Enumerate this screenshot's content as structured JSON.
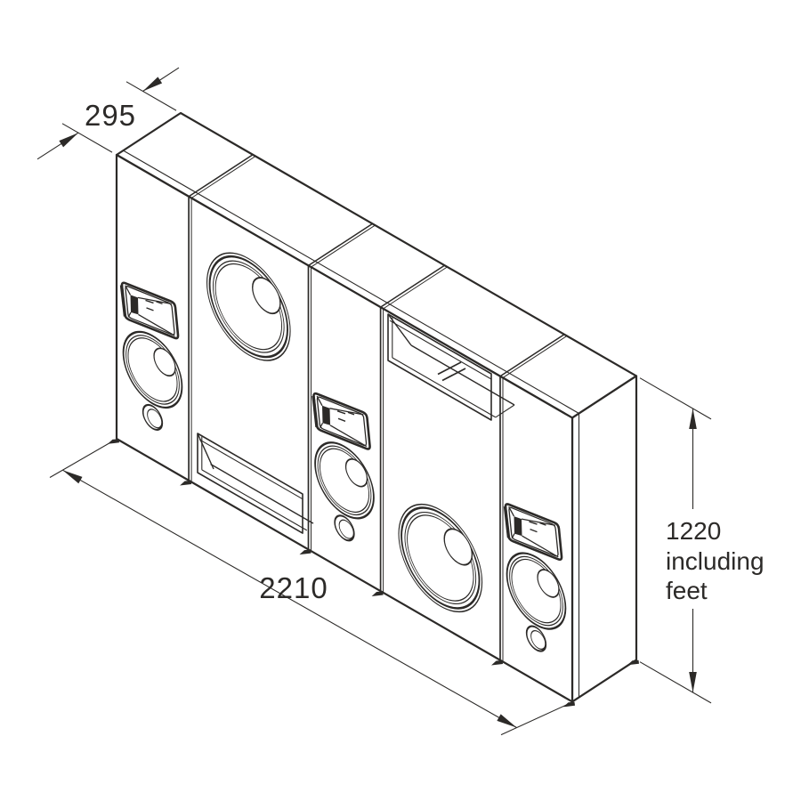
{
  "dimensions": {
    "depth_label": "295",
    "width_label": "2210",
    "height_label_line1": "1220",
    "height_label_line2": "including",
    "height_label_line3": "feet"
  },
  "colors": {
    "line": "#2c2a28",
    "background": "#ffffff"
  }
}
